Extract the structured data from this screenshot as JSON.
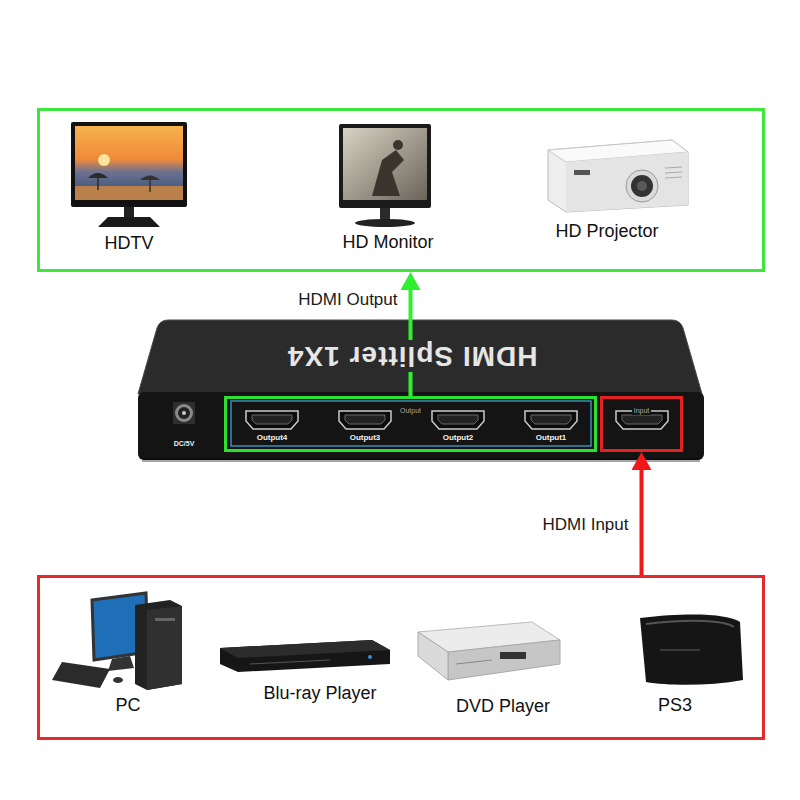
{
  "diagram": {
    "nodes": [
      {},
      {
        "text": [
          "HDTV"
        ],
        "in": 0
      },
      {
        "text": [
          "HD Monitor"
        ],
        "in": 0
      },
      {
        "text": [
          "HD Projector"
        ],
        "in": 0
      },
      {
        "text": [
          "HDMI Splitter 1X4"
        ]
      },
      {
        "text": [
          "Output"
        ],
        "in": 4
      },
      {
        "text": [
          "Output4"
        ],
        "in": 5
      },
      {
        "text": [
          "Output3"
        ],
        "in": 5
      },
      {
        "text": [
          "Output2"
        ],
        "in": 5
      },
      {
        "text": [
          "Output1"
        ],
        "in": 5
      },
      {
        "text": [
          "Input"
        ],
        "in": 4
      },
      {},
      {
        "text": [
          "PC"
        ],
        "in": 11
      },
      {
        "text": [
          "Blu-ray Player"
        ],
        "in": 11
      },
      {
        "text": [
          "DVD Player"
        ],
        "in": 11
      },
      {
        "text": [
          "PS3"
        ],
        "in": 11
      }
    ],
    "edges": [
      {
        "from": 5,
        "to": 0,
        "arrow": "to",
        "label": "HDMI Output"
      },
      {
        "from": 11,
        "to": 10,
        "arrow": "to",
        "label": "HDMI Input"
      }
    ],
    "labels": [
      "DC/5V"
    ]
  }
}
